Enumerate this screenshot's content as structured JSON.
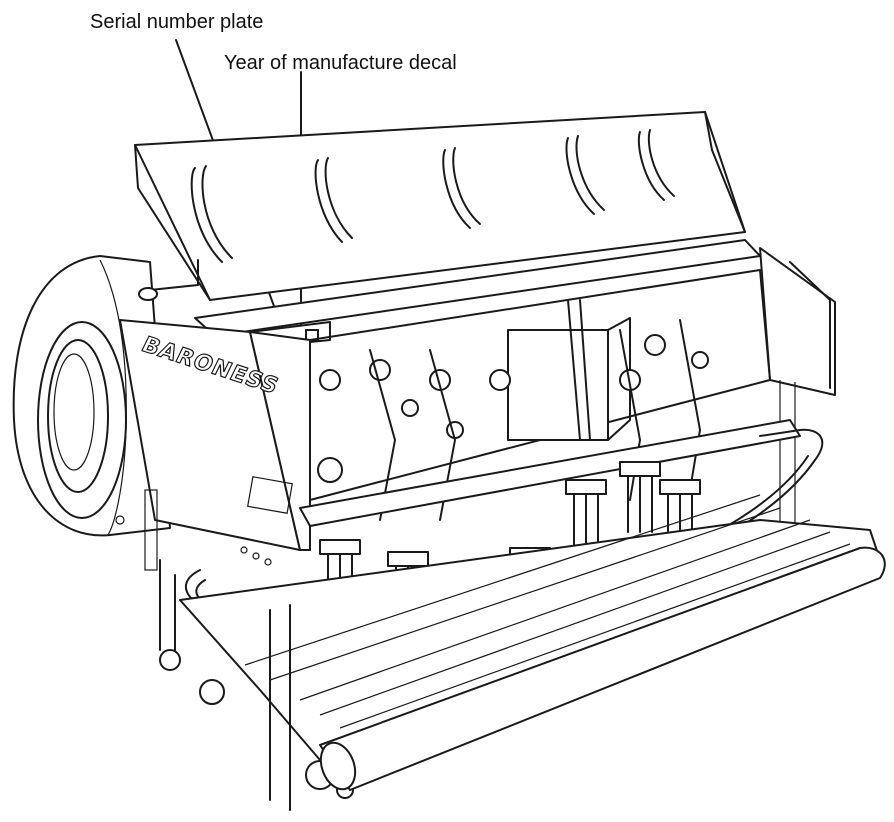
{
  "callouts": {
    "serial_number_plate": "Serial number plate",
    "year_of_manufacture_decal": "Year of manufacture decal"
  },
  "machine": {
    "brand_decal": "BARONESS"
  },
  "colors": {
    "line": "#1a1a1a",
    "background": "#ffffff"
  }
}
